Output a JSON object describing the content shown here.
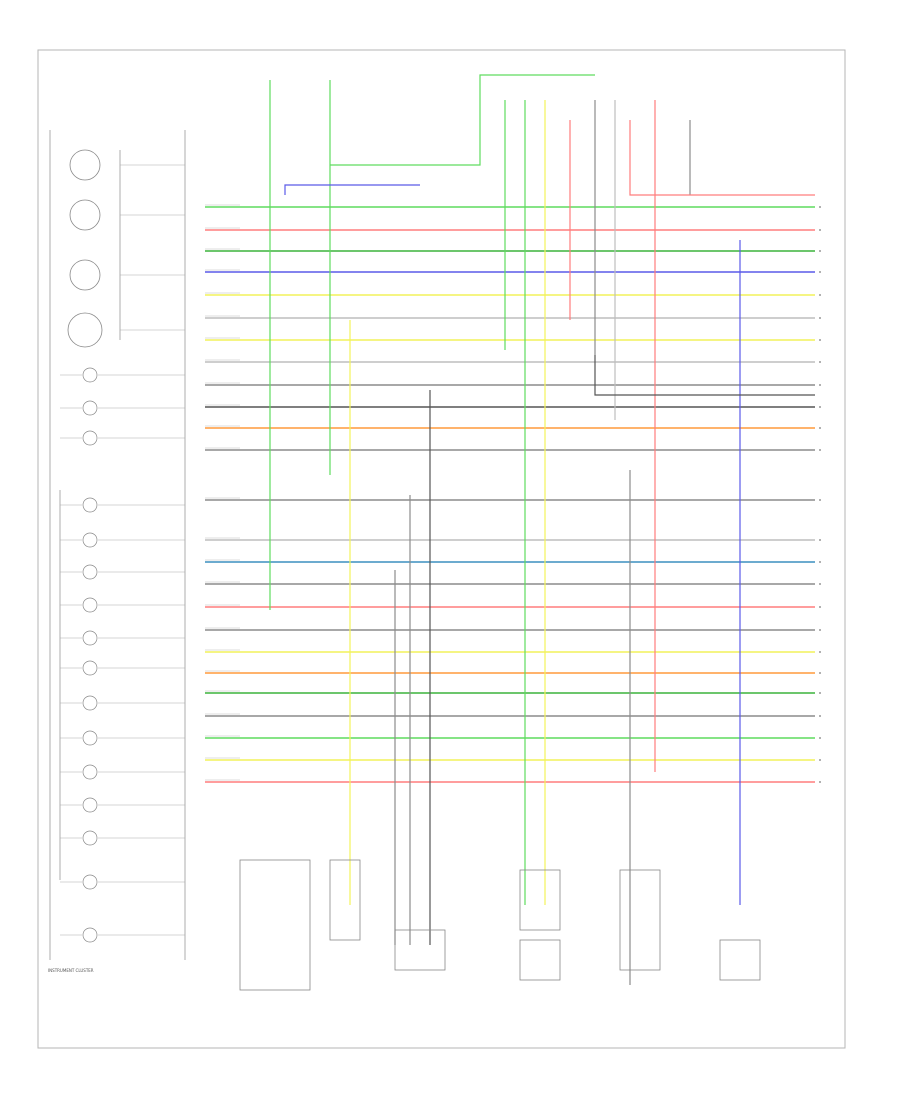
{
  "diagram": {
    "footer_label": "INSTRUMENT CLUSTER",
    "page_code": "",
    "colors": {
      "green": "#5fdc5f",
      "red": "#ff7d7d",
      "yellow": "#f2f25a",
      "blue": "#5a5ae8",
      "orange": "#ff9a3c",
      "dark_green": "#3cb43c",
      "teal": "#3c8fbf",
      "gray": "#8c8c8c",
      "dark_gray": "#555555",
      "light_gray": "#bdbdbd",
      "border": "#b5b5b5"
    },
    "left_gauges": [
      "gauge-1",
      "gauge-2",
      "gauge-3",
      "gauge-4"
    ],
    "left_indicators": [
      "ind-1",
      "ind-2",
      "ind-3",
      "ind-4",
      "ind-5",
      "ind-6",
      "ind-7",
      "ind-8",
      "ind-9",
      "ind-10",
      "ind-11",
      "ind-12",
      "ind-13",
      "ind-14",
      "ind-15",
      "ind-16"
    ],
    "wire_rows": [
      {
        "color": "green"
      },
      {
        "color": "red"
      },
      {
        "color": "dark_green"
      },
      {
        "color": "blue"
      },
      {
        "color": "yellow"
      },
      {
        "color": "light_gray"
      },
      {
        "color": "yellow"
      },
      {
        "color": "light_gray"
      },
      {
        "color": "gray"
      },
      {
        "color": "dark_gray"
      },
      {
        "color": "orange"
      },
      {
        "color": "gray"
      },
      {
        "color": "gray"
      },
      {
        "color": "light_gray"
      },
      {
        "color": "teal"
      },
      {
        "color": "gray"
      },
      {
        "color": "red"
      },
      {
        "color": "gray"
      },
      {
        "color": "yellow"
      },
      {
        "color": "orange"
      },
      {
        "color": "dark_green"
      },
      {
        "color": "gray"
      },
      {
        "color": "green"
      },
      {
        "color": "yellow"
      },
      {
        "color": "red"
      }
    ],
    "bottom_components": [
      "component-1",
      "component-2",
      "component-3",
      "component-4",
      "component-5",
      "component-6",
      "component-7"
    ]
  }
}
